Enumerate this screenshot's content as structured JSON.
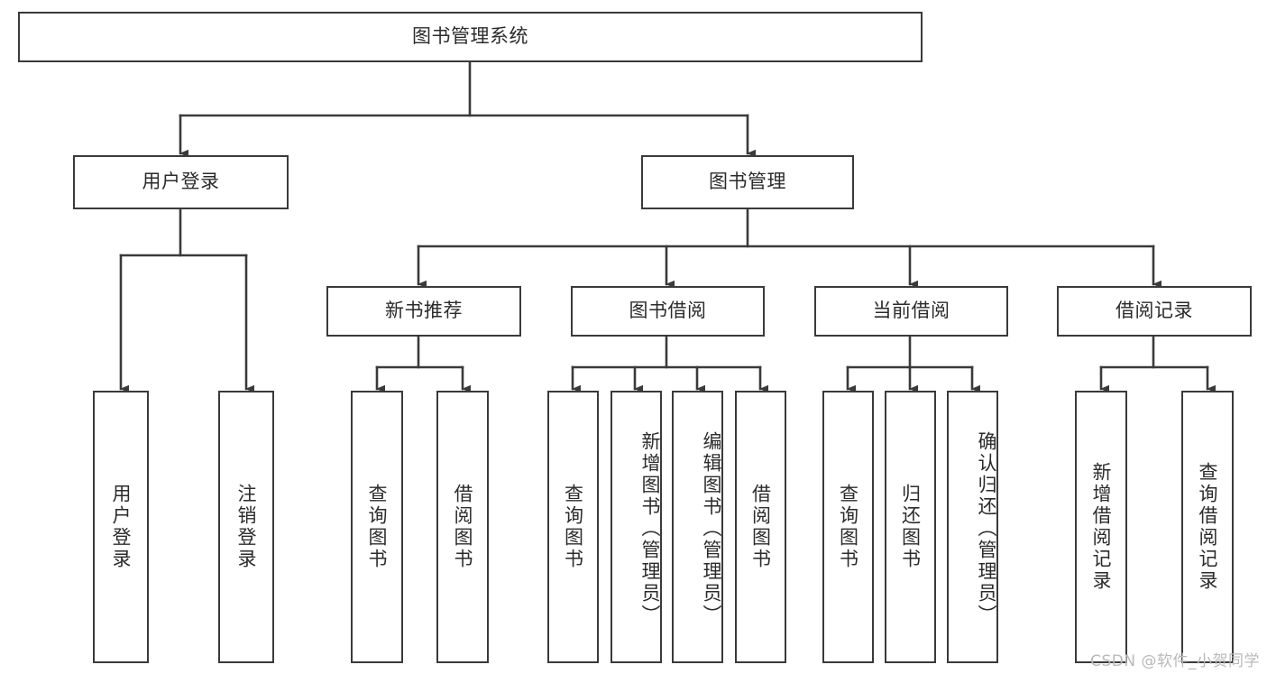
{
  "diagram": {
    "title_node": {
      "label": "图书管理系统"
    },
    "level1": [
      {
        "label": "用户登录"
      },
      {
        "label": "图书管理"
      }
    ],
    "level2": [
      {
        "label": "新书推荐"
      },
      {
        "label": "图书借阅"
      },
      {
        "label": "当前借阅"
      },
      {
        "label": "借阅记录"
      }
    ],
    "leaves": [
      {
        "label": "用户登录"
      },
      {
        "label": "注销登录"
      },
      {
        "label": "查询图书"
      },
      {
        "label": "借阅图书"
      },
      {
        "label": "查询图书"
      },
      {
        "label": "新增图书（管理员）"
      },
      {
        "label": "编辑图书（管理员）"
      },
      {
        "label": "借阅图书"
      },
      {
        "label": "查询图书"
      },
      {
        "label": "归还图书"
      },
      {
        "label": "确认归还（管理员）"
      },
      {
        "label": "新增借阅记录"
      },
      {
        "label": "查询借阅记录"
      }
    ],
    "watermark": "CSDN @软件_小贺同学",
    "colors": {
      "border": "#3a3a3a",
      "text": "#2b2b2b",
      "background": "#ffffff",
      "connector": "#3a3a3a",
      "watermark": "#b9b9b9"
    }
  }
}
